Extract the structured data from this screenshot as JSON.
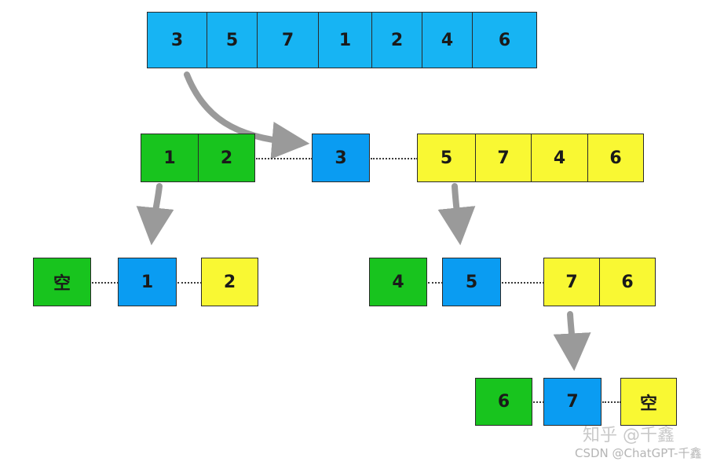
{
  "top_array": [
    "3",
    "5",
    "7",
    "1",
    "2",
    "4",
    "6"
  ],
  "level1": {
    "left": [
      "1",
      "2"
    ],
    "pivot": "3",
    "right": [
      "5",
      "7",
      "4",
      "6"
    ]
  },
  "level2_left": {
    "left": "空",
    "pivot": "1",
    "right": "2"
  },
  "level2_right": {
    "left": "4",
    "pivot": "5",
    "right": [
      "7",
      "6"
    ]
  },
  "level3": {
    "left": "6",
    "pivot": "7",
    "right": "空"
  },
  "watermark": {
    "primary": "知乎 @千鑫",
    "secondary": "CSDN @ChatGPT-千鑫"
  },
  "colors": {
    "top": "#17b4f3",
    "green": "#18c41e",
    "blue": "#0a9cf2",
    "yellow": "#f9f833",
    "arrow": "#9a9a9a"
  }
}
